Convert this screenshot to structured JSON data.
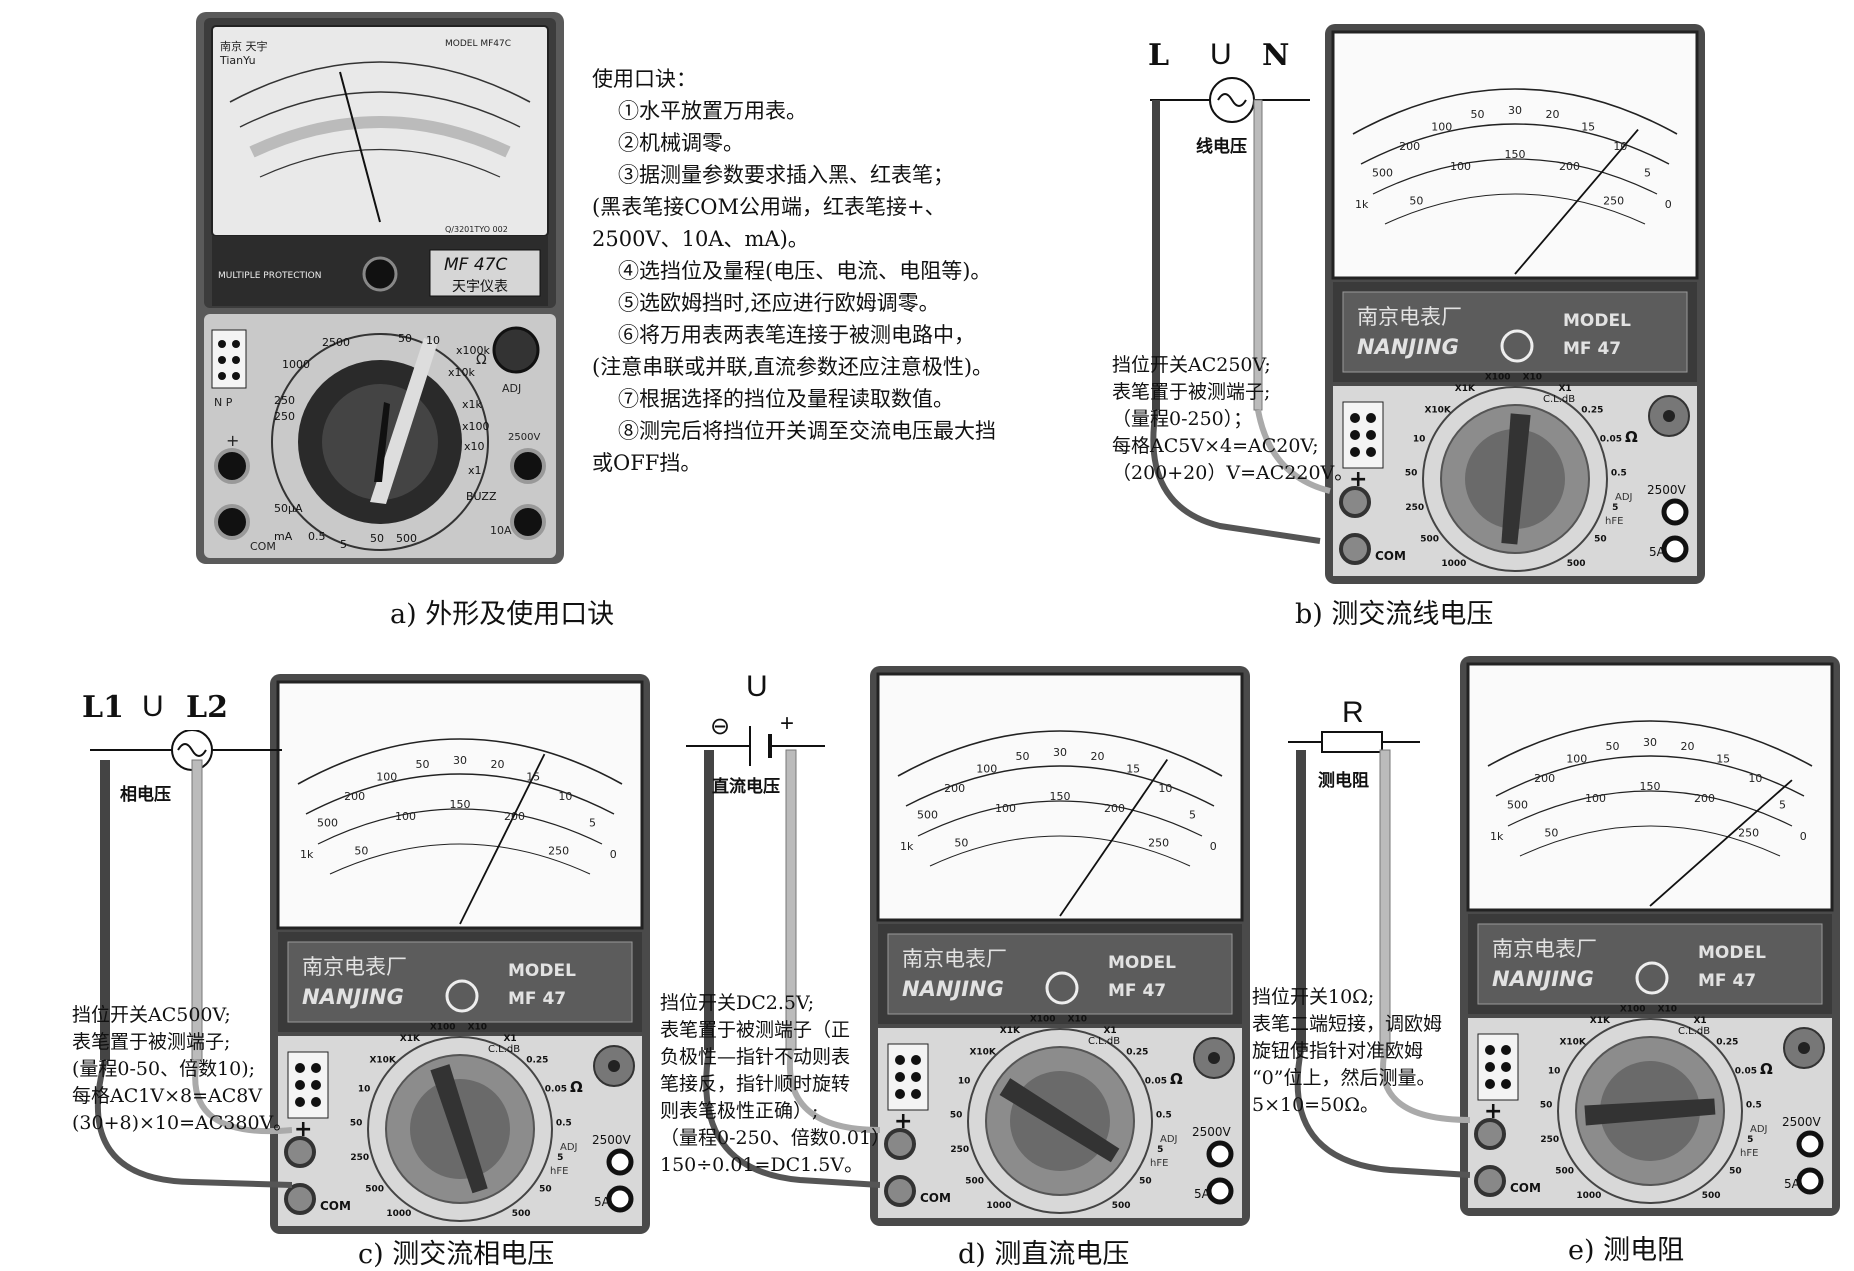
{
  "rules": {
    "title": "使用口诀：",
    "lines": [
      "①水平放置万用表。",
      "②机械调零。",
      "③据测量参数要求插入黑、红表笔；",
      "(黑表笔接COM公用端，红表笔接+、",
      "2500V、10A、mA)。",
      "④选挡位及量程(电压、电流、电阻等)。",
      "⑤选欧姆挡时,还应进行欧姆调零。",
      "⑥将万用表两表笔连接于被测电路中，",
      "(注意串联或并联,直流参数还应注意极性)。",
      "⑦根据选择的挡位及量程读取数值。",
      "⑧测完后将挡位开关调至交流电压最大挡",
      "或OFF挡。"
    ]
  },
  "meter_a": {
    "brand_cn": "南京 天宇",
    "brand_en": "TianYu",
    "model_top": "MODEL MF47C",
    "model": "MF 47C",
    "name_cn": "天宇仪表",
    "protection": "MULTIPLE PROTECTION",
    "cert": "Q/3201TYO 002",
    "ranges": [
      "2500",
      "1000",
      "250",
      "50",
      "10",
      "x100k",
      "x10k",
      "x1k",
      "x100",
      "x10",
      "x1",
      "BUZZ",
      "500",
      "250",
      "50",
      "5",
      "0.5",
      "50μA",
      "mA"
    ],
    "labels": {
      "adj": "ADJ",
      "ohm": "Ω",
      "com": "COM",
      "plus": "+",
      "ten_a": "10A",
      "v2500": "2500V",
      "np": "N P"
    }
  },
  "nanjing": {
    "brand_cn": "南京电表厂",
    "brand_en": "NANJING",
    "model_label": "MODEL",
    "model": "MF 47",
    "jack_2500": "2500V",
    "jack_5a": "5A",
    "com": "COM",
    "plus": "+",
    "adj": "ADJ",
    "hfe": "hFE",
    "ohm": "Ω",
    "cldb": "C.L.dB",
    "scale_top": [
      "1k",
      "500",
      "200",
      "100",
      "50",
      "30",
      "20",
      "15",
      "10",
      "5",
      "0"
    ],
    "scale_mid": [
      "50",
      "100",
      "150",
      "200",
      "250"
    ],
    "knob_ranges": [
      "1000",
      "500",
      "250",
      "50",
      "10",
      "X10K",
      "X1K",
      "X100",
      "X10",
      "X1",
      "0.25",
      "0.05",
      "0.5",
      "5",
      "50",
      "500"
    ]
  },
  "panel_b": {
    "caption": "b) 测交流线电压",
    "sym_l": "L",
    "sym_u": "U",
    "sym_n": "N",
    "sym_label": "线电压",
    "note": [
      "挡位开关AC250V;",
      "表笔置于被测端子;",
      "（量程0-250）；",
      "每格AC5V×4=AC20V;",
      "（200+20）V=AC220V。"
    ]
  },
  "panel_c": {
    "caption": "c) 测交流相电压",
    "sym_l1": "L1",
    "sym_u": "U",
    "sym_l2": "L2",
    "sym_label": "相电压",
    "note": [
      "挡位开关AC500V;",
      "表笔置于被测端子;",
      "(量程0-50、倍数10);",
      "每格AC1V×8=AC8V",
      "(30+8)×10=AC380V。"
    ]
  },
  "panel_d": {
    "caption": "d) 测直流电压",
    "sym_u": "U",
    "sym_minus": "⊖",
    "sym_plus": "+",
    "sym_label": "直流电压",
    "note": [
      "挡位开关DC2.5V;",
      "表笔置于被测端子（正",
      "负极性—指针不动则表",
      "笔接反，指针顺时旋转",
      "则表笔极性正确）;",
      "（量程0-250、倍数0.01）",
      "150÷0.01=DC1.5V。"
    ]
  },
  "panel_e": {
    "caption": "e) 测电阻",
    "sym_r": "R",
    "sym_label": "测电阻",
    "note": [
      "挡位开关10Ω;",
      "表笔二端短接，调欧姆",
      "旋钮使指针对准欧姆",
      "“0”位上，然后测量。",
      "5×10=50Ω。"
    ]
  },
  "panel_a": {
    "caption": "a) 外形及使用口诀"
  }
}
